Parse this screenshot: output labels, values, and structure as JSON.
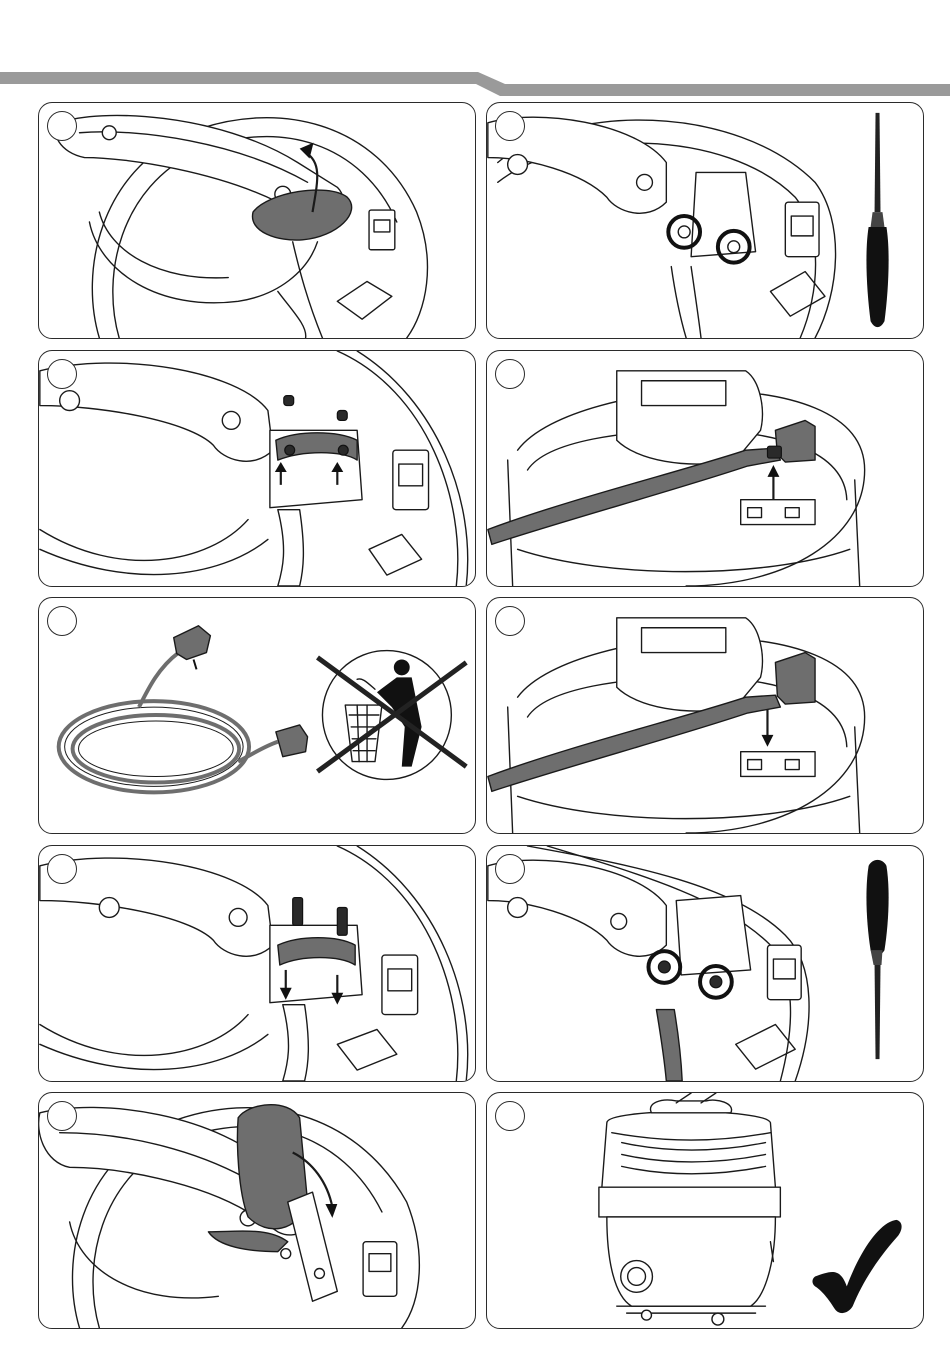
{
  "page": {
    "title": ""
  },
  "steps": [
    {
      "number": "",
      "icon": "handle-lever-release"
    },
    {
      "number": "",
      "icon": "screwdriver-unscrew"
    },
    {
      "number": "",
      "icon": "remove-cable-clamp"
    },
    {
      "number": "",
      "icon": "unplug-cable"
    },
    {
      "number": "",
      "icon": "do-not-bin-cable"
    },
    {
      "number": "",
      "icon": "plug-in-cable"
    },
    {
      "number": "",
      "icon": "fit-cable-clamp"
    },
    {
      "number": "",
      "icon": "screwdriver-tighten"
    },
    {
      "number": "",
      "icon": "close-lever"
    },
    {
      "number": "",
      "icon": "complete-checkmark"
    }
  ],
  "colors": {
    "accent_gray": "#6e6e6e",
    "header_bar": "#9a9a9a",
    "line": "#1a1a1a"
  }
}
